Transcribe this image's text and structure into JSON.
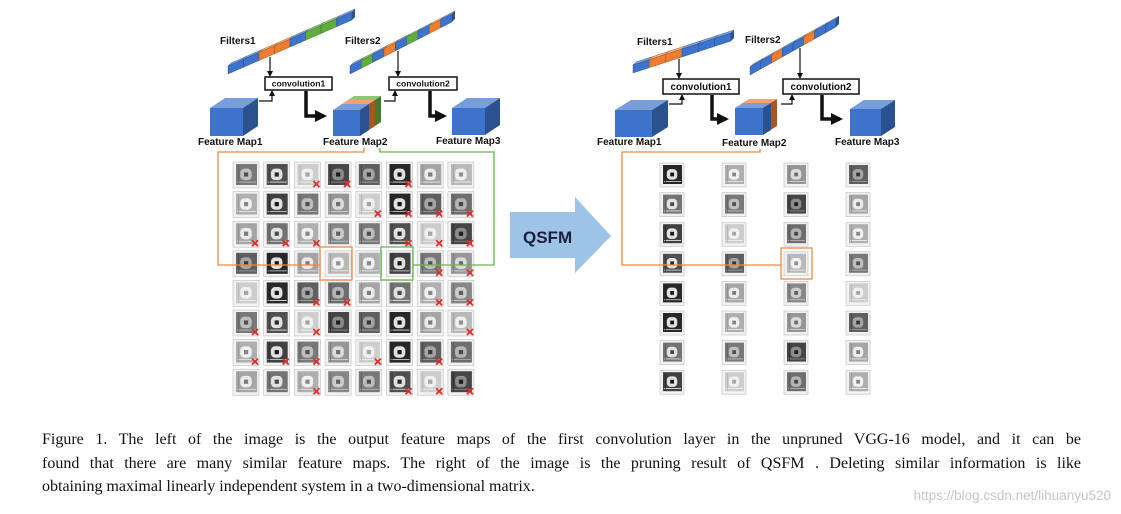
{
  "figure": {
    "left": {
      "filters1_label": "Filters1",
      "filters2_label": "Filters2",
      "conv1_label": "convolution1",
      "conv2_label": "convolution2",
      "fmap1_label": "Feature Map1",
      "fmap2_label": "Feature Map2",
      "fmap3_label": "Feature Map3",
      "filters1_segments": [
        "blue",
        "blue",
        "orange",
        "orange",
        "blue",
        "green",
        "green",
        "blue"
      ],
      "filters2_segments": [
        "blue",
        "green",
        "blue",
        "orange",
        "blue",
        "green",
        "blue",
        "orange",
        "blue"
      ],
      "fmap2_layers": [
        "green",
        "orange",
        "blue"
      ],
      "grid": {
        "rows": 8,
        "cols": 8,
        "pruned": [
          [
            0,
            2
          ],
          [
            0,
            3
          ],
          [
            0,
            5
          ],
          [
            1,
            4
          ],
          [
            1,
            5
          ],
          [
            1,
            6
          ],
          [
            1,
            7
          ],
          [
            2,
            0
          ],
          [
            2,
            1
          ],
          [
            2,
            2
          ],
          [
            2,
            5
          ],
          [
            2,
            6
          ],
          [
            2,
            7
          ],
          [
            3,
            6
          ],
          [
            3,
            7
          ],
          [
            4,
            2
          ],
          [
            4,
            3
          ],
          [
            4,
            6
          ],
          [
            4,
            7
          ],
          [
            5,
            0
          ],
          [
            5,
            2
          ],
          [
            5,
            7
          ],
          [
            6,
            0
          ],
          [
            6,
            1
          ],
          [
            6,
            2
          ],
          [
            6,
            4
          ],
          [
            6,
            6
          ],
          [
            7,
            2
          ],
          [
            7,
            5
          ],
          [
            7,
            6
          ],
          [
            7,
            7
          ]
        ]
      }
    },
    "arrow_label": "QSFM",
    "right": {
      "filters1_label": "Filters1",
      "filters2_label": "Filters2",
      "conv1_label": "convolution1",
      "conv2_label": "convolution2",
      "fmap1_label": "Feature Map1",
      "fmap2_label": "Feature Map2",
      "fmap3_label": "Feature Map3",
      "filters1_segments": [
        "blue",
        "orange",
        "orange",
        "blue",
        "blue",
        "blue"
      ],
      "filters2_segments": [
        "blue",
        "blue",
        "orange",
        "blue",
        "blue",
        "orange",
        "blue",
        "blue"
      ],
      "fmap2_layers": [
        "orange",
        "blue"
      ],
      "grid": {
        "rows": 8,
        "cols": 4,
        "pruned": []
      }
    }
  },
  "caption": {
    "line1": "Figure 1. The left of the image is the output feature maps of the first convolution layer in the unpruned VGG-16 model, and it can be",
    "line2": "found that there are many similar feature maps. The right of the image is the pruning result of QSFM . Deleting similar information is like",
    "line3": "obtaining maximal linearly independent system in a two-dimensional matrix."
  },
  "watermark": "https://blog.csdn.net/lihuanyu520",
  "colors": {
    "blue": "#3d73cc",
    "orange": "#ee7d30",
    "green": "#5fae3d",
    "box_orange": "#ec8a44",
    "box_green": "#6bb34a",
    "arrow": "#9dc3e6",
    "arrow_text": "#1c1c3c",
    "pruned_mark": "#e32b2b"
  }
}
